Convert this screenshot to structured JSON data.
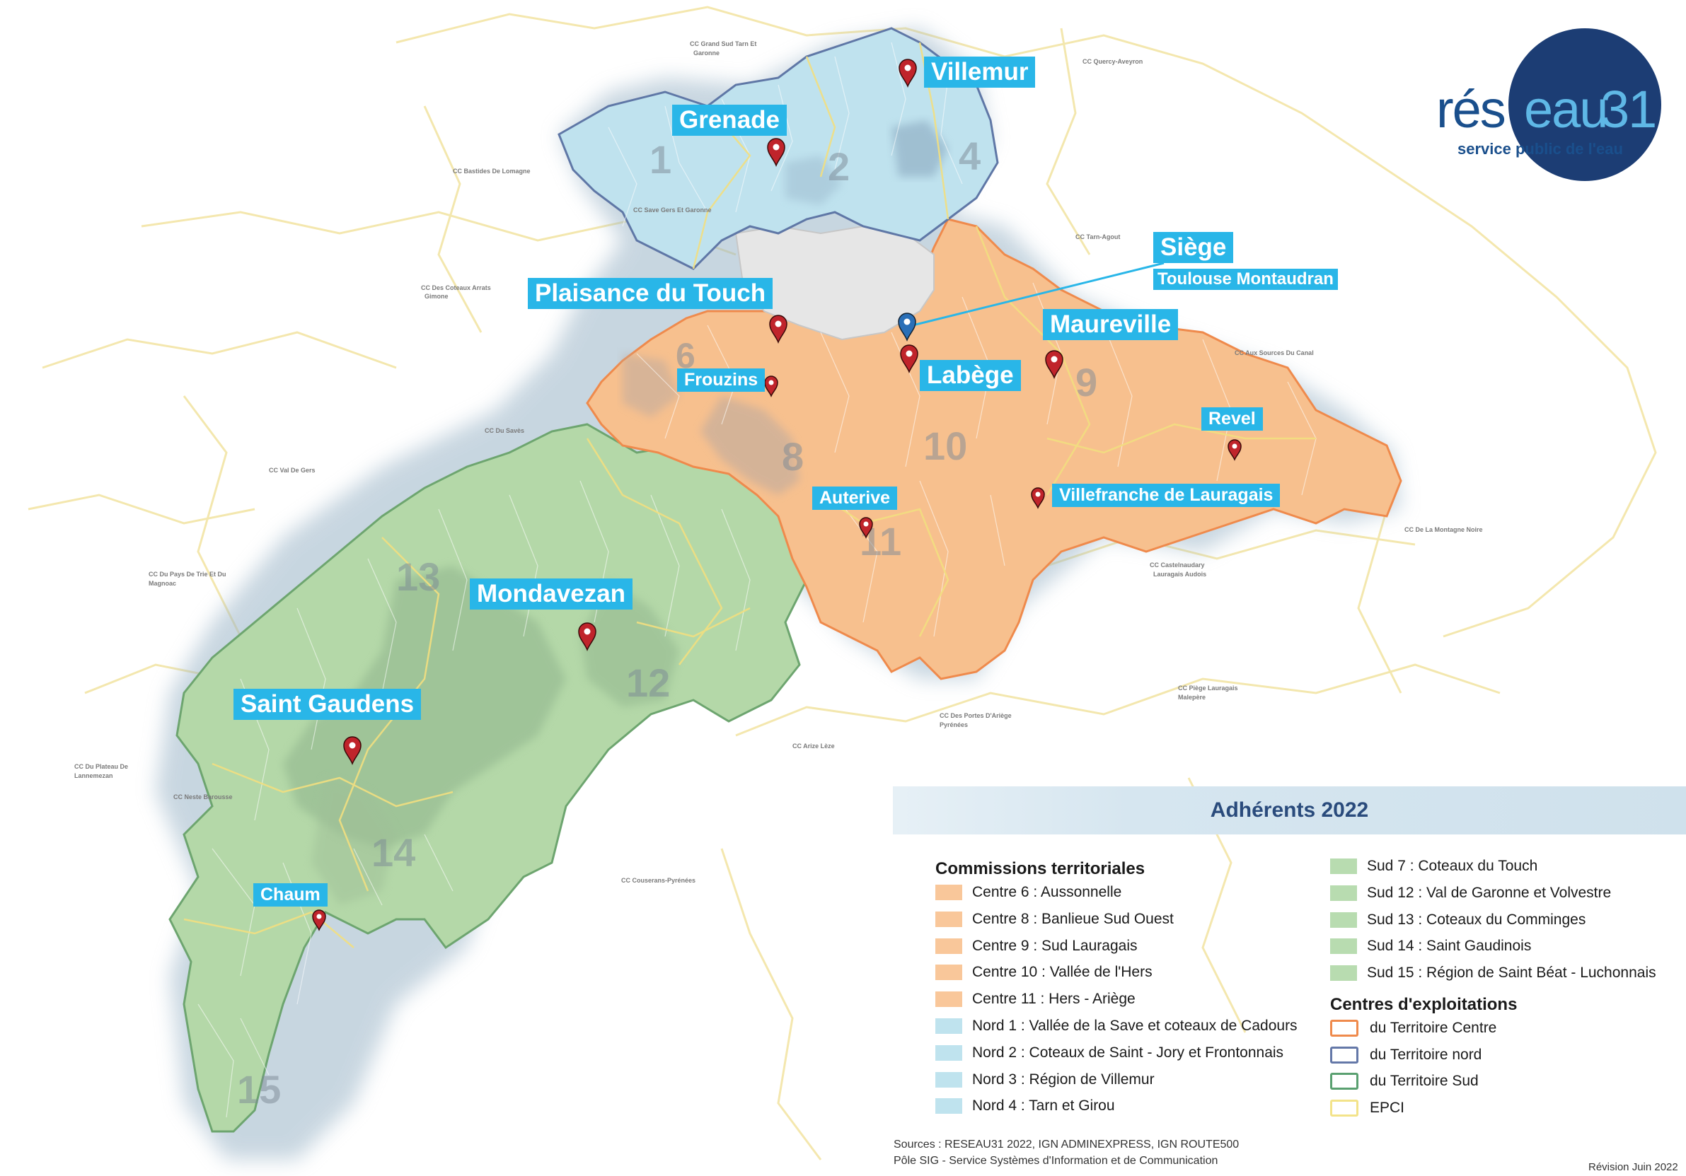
{
  "cities": {
    "villemur": "Villemur",
    "grenade": "Grenade",
    "siege": "Siège",
    "toulouse_montaudran": "Toulouse Montaudran",
    "plaisance": "Plaisance du Touch",
    "maureville": "Maureville",
    "frouzins": "Frouzins",
    "labege": "Labège",
    "revel": "Revel",
    "auterive": "Auterive",
    "villefranche": "Villefranche de Lauragais",
    "mondavezan": "Mondavezan",
    "saint_gaudens": "Saint Gaudens",
    "chaum": "Chaum"
  },
  "zone_numbers": [
    "1",
    "2",
    "4",
    "6",
    "8",
    "9",
    "10",
    "11",
    "12",
    "13",
    "14",
    "15"
  ],
  "logo": {
    "brand": "réseau31",
    "brand_a": "rés",
    "brand_b": "eau",
    "brand_c": "31",
    "tagline": "service public de l'eau"
  },
  "legend": {
    "title": "Adhérents 2022",
    "commissions_heading": "Commissions territoriales",
    "commissions": [
      {
        "label": "Centre 6 : Aussonnelle",
        "color": "#f9c79a"
      },
      {
        "label": "Centre 8 : Banlieue Sud Ouest",
        "color": "#f9c79a"
      },
      {
        "label": "Centre 9 : Sud Lauragais",
        "color": "#f9c79a"
      },
      {
        "label": "Centre 10 : Vallée de l'Hers",
        "color": "#f9c79a"
      },
      {
        "label": "Centre 11 : Hers - Ariège",
        "color": "#f9c79a"
      },
      {
        "label": "Nord 1 : Vallée de la Save et coteaux de Cadours",
        "color": "#bfe3ee"
      },
      {
        "label": "Nord 2 : Coteaux de Saint - Jory et Frontonnais",
        "color": "#bfe3ee"
      },
      {
        "label": "Nord 3 : Région de Villemur",
        "color": "#bfe3ee"
      },
      {
        "label": "Nord 4 : Tarn et Girou",
        "color": "#bfe3ee"
      },
      {
        "label": "Sud 7 : Coteaux du Touch",
        "color": "#b8dcb0"
      },
      {
        "label": "Sud 12 : Val de Garonne et Volvestre",
        "color": "#b8dcb0"
      },
      {
        "label": "Sud 13 : Coteaux du Comminges",
        "color": "#b8dcb0"
      },
      {
        "label": "Sud 14 : Saint Gaudinois",
        "color": "#b8dcb0"
      },
      {
        "label": "Sud 15 : Région de Saint Béat - Luchonnais",
        "color": "#b8dcb0"
      }
    ],
    "centres_heading": "Centres d'exploitations",
    "centres": [
      {
        "label": "du Territoire Centre",
        "color": "#ef8a4c"
      },
      {
        "label": "du Territoire nord",
        "color": "#6478a8"
      },
      {
        "label": "du Territoire Sud",
        "color": "#5aa070"
      },
      {
        "label": "EPCI",
        "color": "#f3e38a"
      }
    ]
  },
  "sources": {
    "line1": "Sources : RESEAU31 2022, IGN ADMINEXPRESS, IGN ROUTE500",
    "line2": "Pôle SIG - Service Systèmes d'Information et de Communication"
  },
  "revision": "Révision Juin 2022",
  "colors": {
    "centre_fill": "#f7c08e",
    "centre_stroke": "#ef8a4c",
    "nord_fill": "#bfe2ee",
    "nord_stroke": "#5f77a6",
    "sud_fill": "#b4d8a8",
    "sud_stroke": "#6da56f",
    "epci": "#f2e3a0",
    "toulouse": "#ececec",
    "label_bg": "#29b6e8",
    "marker": "#c0242b",
    "siege_marker": "#2a6fb7",
    "logo_blue": "#1a4f8c",
    "logo_navy": "#1c3d74"
  }
}
